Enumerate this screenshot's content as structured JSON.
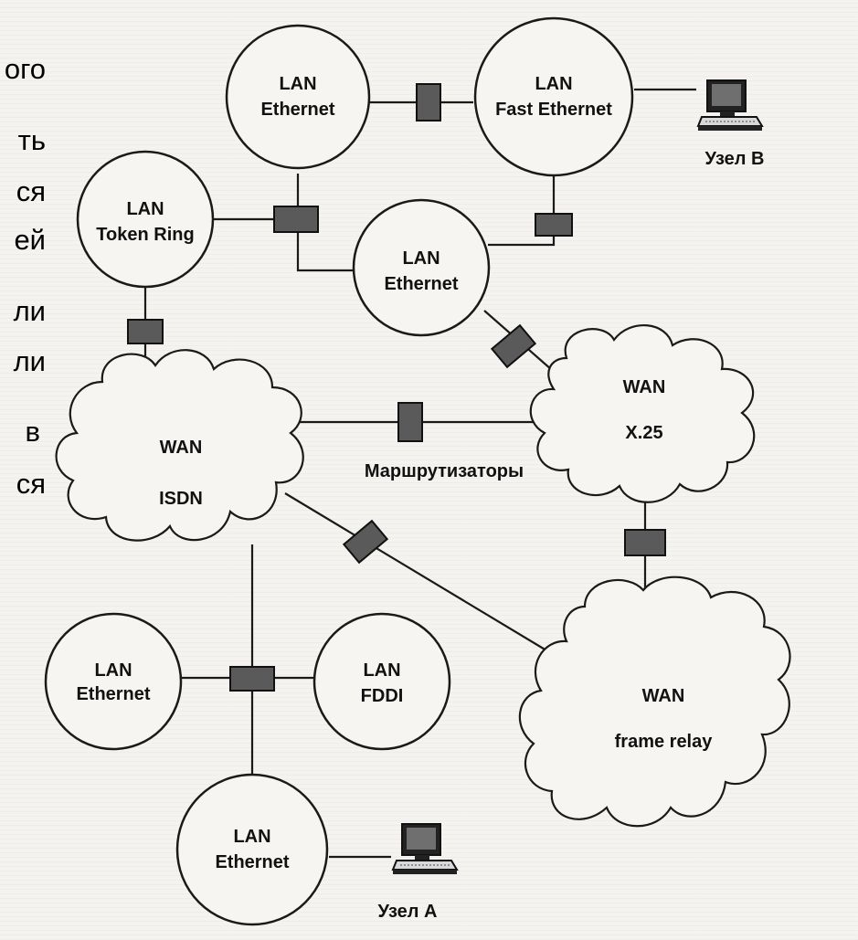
{
  "left_fragments": [
    "ого",
    "ть",
    "ся",
    "ей",
    "ли",
    "ли",
    "в",
    "ся"
  ],
  "networks": {
    "lan_ethernet_top": [
      "LAN",
      "Ethernet"
    ],
    "lan_fast_ethernet": [
      "LAN",
      "Fast Ethernet"
    ],
    "lan_token_ring": [
      "LAN",
      "Token Ring"
    ],
    "lan_ethernet_mid": [
      "LAN",
      "Ethernet"
    ],
    "wan_x25": [
      "WAN",
      "X.25"
    ],
    "wan_isdn": [
      "WAN",
      "ISDN"
    ],
    "lan_ethernet_left": [
      "LAN",
      "Ethernet"
    ],
    "lan_fddi": [
      "LAN",
      "FDDI"
    ],
    "wan_frame_relay": [
      "WAN",
      "frame relay"
    ],
    "lan_ethernet_bottom": [
      "LAN",
      "Ethernet"
    ]
  },
  "routers_label": "Маршрутизаторы",
  "node_b": "Узел В",
  "node_a": "Узел А",
  "colors": {
    "router": "#5a5a5a",
    "line": "#1a1a1a",
    "paper": "#f4f3ef"
  },
  "icons": [
    "router-icon",
    "computer-icon"
  ]
}
